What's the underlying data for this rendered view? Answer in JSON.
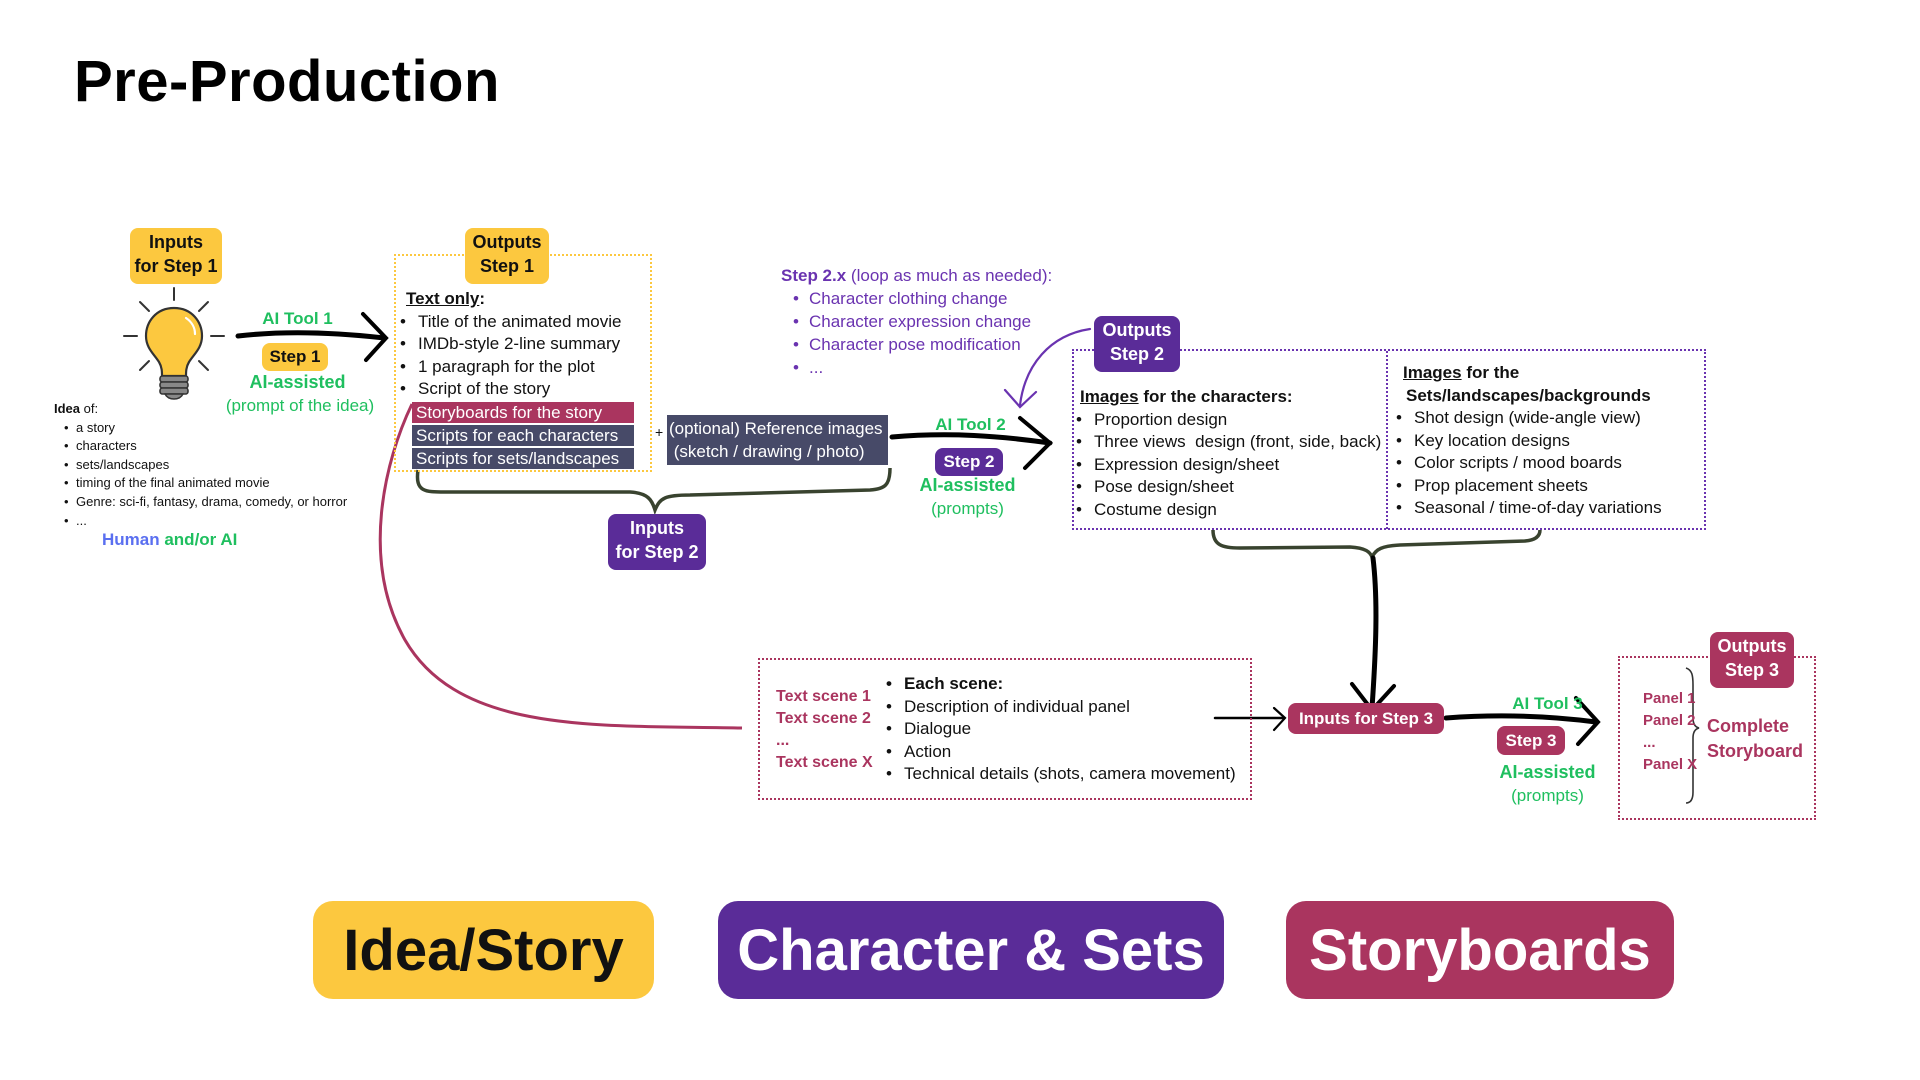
{
  "title": "Pre-Production",
  "colors": {
    "yellow": "#fcc83f",
    "purple": "#5a2c98",
    "crimson": "#aa355f",
    "navy": "#474a68",
    "green": "#1fbf5f",
    "blue": "#5a6ff0"
  },
  "step1": {
    "inputs_badge": [
      "Inputs",
      "for Step 1"
    ],
    "icon": "lightbulb-icon",
    "tool_label": "AI Tool 1",
    "step_badge": "Step 1",
    "assist_label": "AI-assisted",
    "assist_note": "(prompt of the idea)",
    "idea_heading_bold": "Idea",
    "idea_heading_rest": " of:",
    "idea_items": [
      "a story",
      "characters",
      "sets/landscapes",
      "timing of the final animated movie",
      "Genre: sci-fi, fantasy, drama, comedy, or horror",
      "..."
    ],
    "who_human": "Human",
    "who_rest": " and/or AI",
    "outputs_badge": [
      "Outputs",
      "Step 1"
    ],
    "outputs_heading": "Text only",
    "outputs_heading_colon": ":",
    "outputs_items": [
      "Title of the animated movie",
      "IMDb-style 2-line summary",
      "1 paragraph for the plot",
      "Script of the story"
    ],
    "highlight_items": [
      "Storyboards for the story",
      "Scripts for each characters",
      "Scripts for sets/landscapes"
    ]
  },
  "step2": {
    "plus": "+",
    "reference_lines": [
      "(optional) Reference images",
      " (sketch / drawing / photo)"
    ],
    "inputs_badge": [
      "Inputs",
      "for Step 2"
    ],
    "loop_heading_bold": "Step 2.x",
    "loop_heading_rest": " (loop as much as needed):",
    "loop_items": [
      "Character clothing change",
      "Character expression change",
      "Character pose modification",
      "..."
    ],
    "tool_label": "AI Tool 2",
    "step_badge": "Step 2",
    "assist_label": "AI-assisted",
    "assist_note": "(prompts)",
    "outputs_badge": [
      "Outputs",
      "Step 2"
    ],
    "characters_heading_u": "Images",
    "characters_heading_rest": " for the characters:",
    "characters_items": [
      "Proportion design",
      "Three views  design (front, side, back)",
      "Expression design/sheet",
      "Pose design/sheet",
      "Costume design"
    ],
    "sets_heading_u": "Images",
    "sets_heading_rest": " for the",
    "sets_heading_line2": "Sets/landscapes/backgrounds",
    "sets_items": [
      "Shot design (wide-angle view)",
      "Key location designs",
      "Color scripts / mood boards",
      "Prop placement sheets",
      "Seasonal / time-of-day variations"
    ]
  },
  "step3": {
    "scenes": [
      "Text scene 1",
      "Text scene 2",
      "...",
      "Text scene X"
    ],
    "scene_heading": "Each scene:",
    "scene_items": [
      "Description of individual panel",
      "Dialogue",
      "Action",
      "Technical details (shots, camera movement)"
    ],
    "inputs_badge": "Inputs for Step 3",
    "tool_label": "AI Tool 3",
    "step_badge": "Step 3",
    "assist_label": "AI-assisted",
    "assist_note": "(prompts)",
    "outputs_badge": [
      "Outputs",
      "Step 3"
    ],
    "panels": [
      "Panel 1",
      "Panel 2",
      "...",
      "Panel X"
    ],
    "result": [
      "Complete",
      "Storyboard"
    ]
  },
  "phases": [
    "Idea/Story",
    "Character & Sets",
    "Storyboards"
  ]
}
